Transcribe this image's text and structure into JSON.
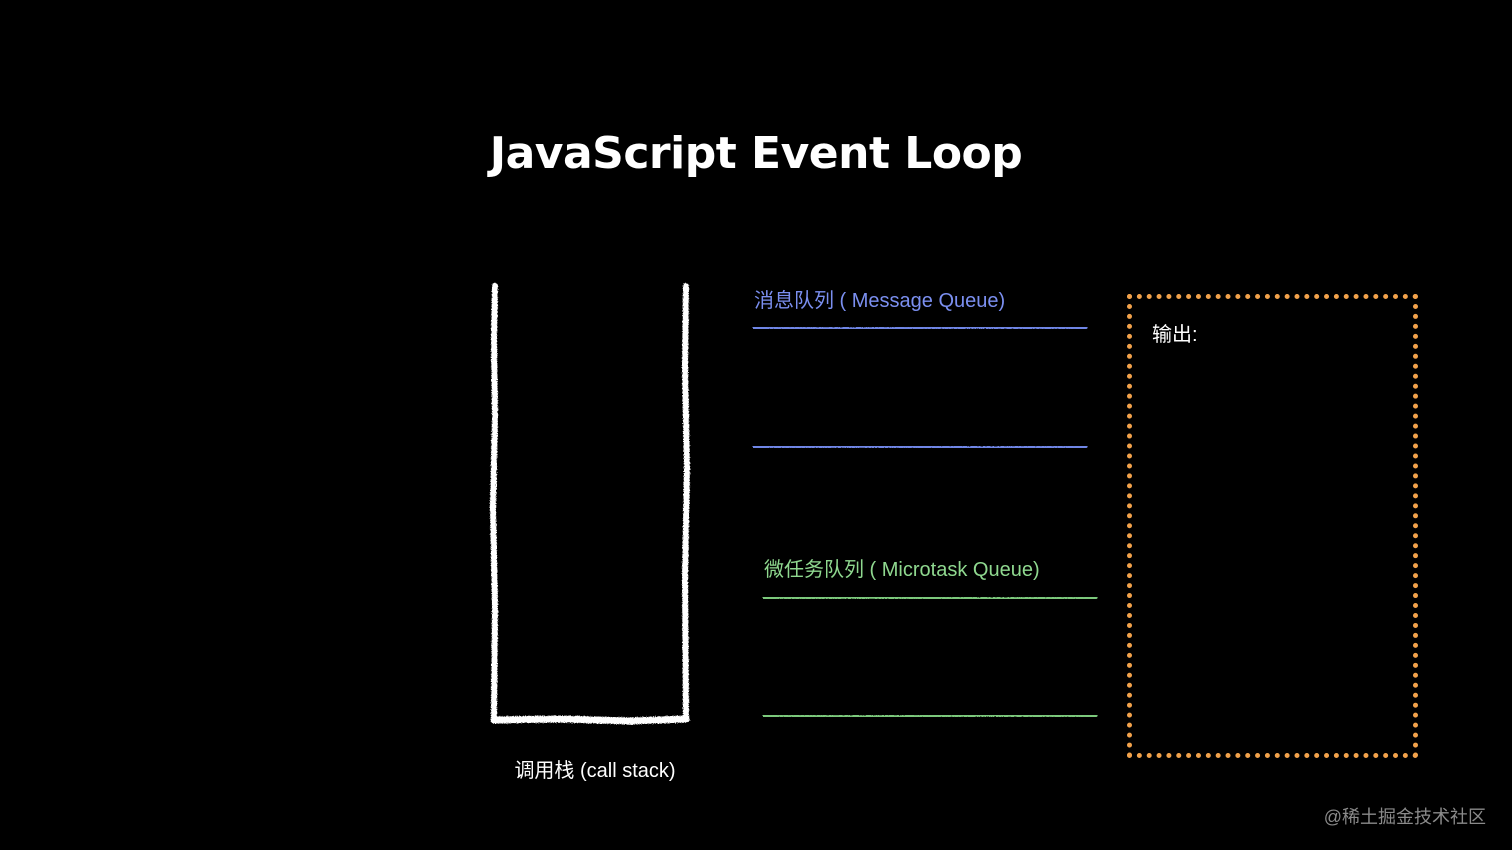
{
  "title": "JavaScript Event Loop",
  "call_stack": {
    "label": "调用栈 (call stack)",
    "color": "#ffffff"
  },
  "message_queue": {
    "label": "消息队列 ( Message Queue)",
    "color": "#7b8ff0"
  },
  "microtask_queue": {
    "label": "微任务队列 ( Microtask Queue)",
    "color": "#8fd88f"
  },
  "output": {
    "label": "输出:",
    "border_color": "#f2a24b"
  },
  "watermark": "@稀土掘金技术社区"
}
